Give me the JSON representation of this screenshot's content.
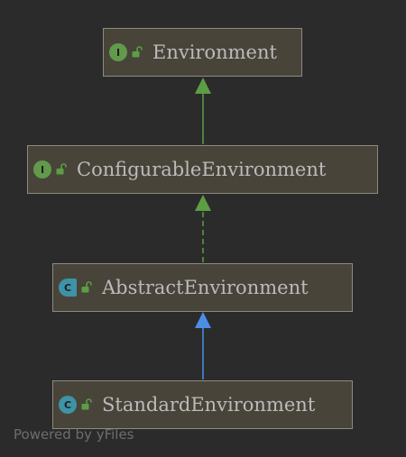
{
  "nodes": [
    {
      "label": "Environment",
      "kind": "interface",
      "badge_letter": "I",
      "visibility_icon": "unlocked-icon"
    },
    {
      "label": "ConfigurableEnvironment",
      "kind": "interface",
      "badge_letter": "I",
      "visibility_icon": "unlocked-icon"
    },
    {
      "label": "AbstractEnvironment",
      "kind": "abstract-class",
      "badge_letter": "C",
      "visibility_icon": "unlocked-icon"
    },
    {
      "label": "StandardEnvironment",
      "kind": "class",
      "badge_letter": "C",
      "visibility_icon": "unlocked-icon"
    }
  ],
  "edges": [
    {
      "from": "ConfigurableEnvironment",
      "to": "Environment",
      "relation": "extends",
      "style": "solid",
      "color": "#5c9e43"
    },
    {
      "from": "AbstractEnvironment",
      "to": "ConfigurableEnvironment",
      "relation": "implements",
      "style": "dashed",
      "color": "#5c9e43"
    },
    {
      "from": "StandardEnvironment",
      "to": "AbstractEnvironment",
      "relation": "extends",
      "style": "solid",
      "color": "#4b8ee6"
    }
  ],
  "watermark": "Powered by yFiles",
  "colors": {
    "background": "#2b2b2b",
    "node_fill": "#48443a",
    "node_border": "#8d8a80",
    "text": "#bbbbbb",
    "interface_badge": "#619a4a",
    "class_badge": "#3e93a6",
    "lock": "#5c9e43"
  }
}
